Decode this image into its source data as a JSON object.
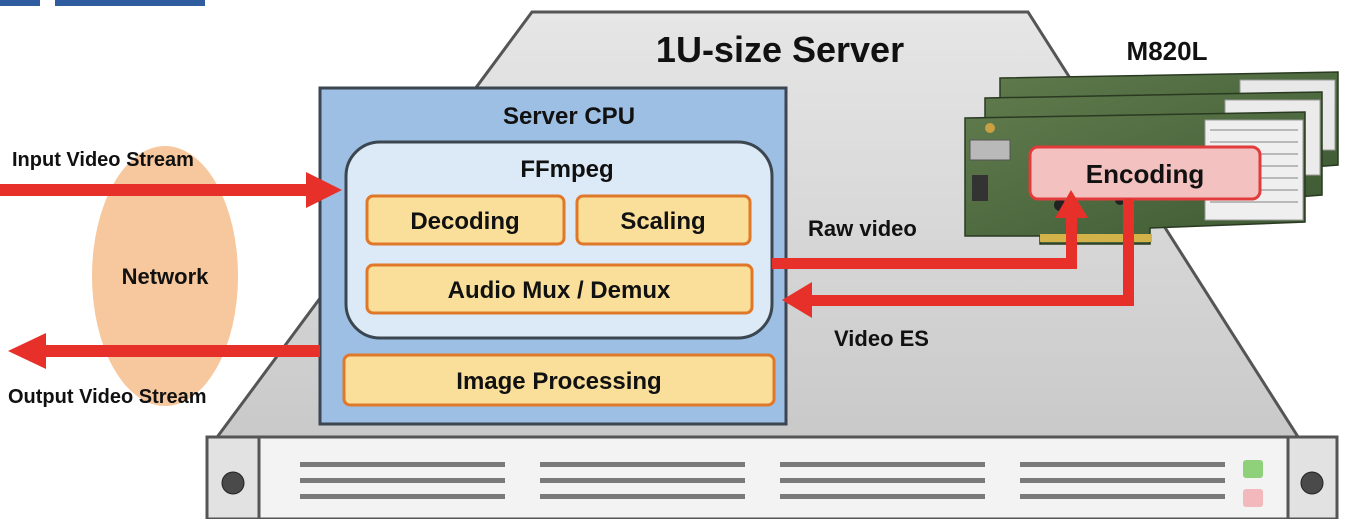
{
  "server": {
    "title": "1U-size Server"
  },
  "card": {
    "title": "M820L",
    "encoding_label": "Encoding"
  },
  "cpu": {
    "title": "Server CPU",
    "ffmpeg": {
      "title": "FFmpeg",
      "decoding": "Decoding",
      "scaling": "Scaling",
      "audio_mux": "Audio Mux / Demux"
    },
    "image_processing": "Image Processing"
  },
  "network": {
    "label": "Network"
  },
  "streams": {
    "input": "Input Video Stream",
    "output": "Output Video Stream",
    "raw_video": "Raw video",
    "video_es": "Video ES"
  },
  "colors": {
    "arrow_red": "#e8302a",
    "cpu_fill": "#9dbfe3",
    "cpu_stroke": "#3b4650",
    "ffmpeg_fill": "#dce9f6",
    "block_fill": "#f9df9a",
    "block_stroke": "#e0782a",
    "encoding_fill": "#f2c1c0",
    "encoding_stroke": "#e23b3b",
    "network_fill": "#f7c79d",
    "server_fill": "#d6d6d6",
    "led_green": "#8fd07a",
    "led_pink": "#f2b8bc"
  }
}
